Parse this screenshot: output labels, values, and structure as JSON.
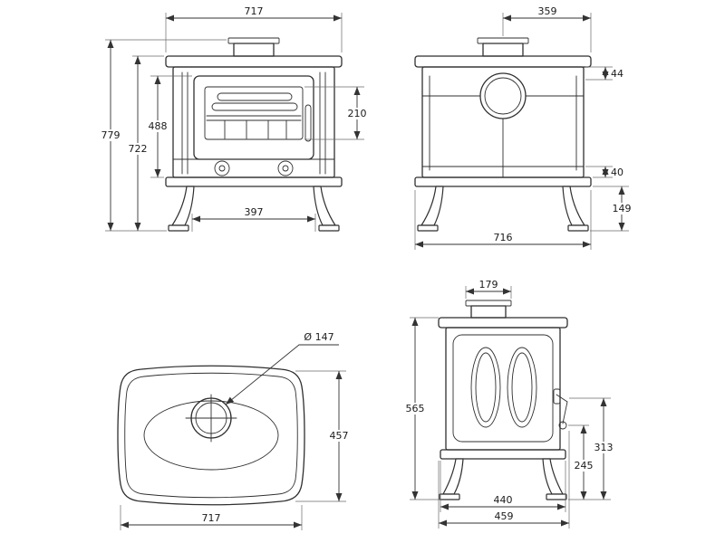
{
  "drawing": {
    "line_color": "#2f2f2f",
    "background": "#ffffff",
    "front": {
      "width_top": "717",
      "height_total": "779",
      "height_body": "722",
      "door_height": "488",
      "glass_height": "210",
      "leg_span": "397"
    },
    "back": {
      "flue_offset": "359",
      "collar_drop": "44",
      "vent_height": "40",
      "leg_height": "149",
      "width": "716"
    },
    "top": {
      "flue_diameter": "Ø 147",
      "depth": "457",
      "width": "717"
    },
    "side": {
      "flue_depth": "179",
      "height": "565",
      "handle_height": "245",
      "latch_height": "313",
      "base_depth": "440",
      "depth": "459"
    }
  }
}
